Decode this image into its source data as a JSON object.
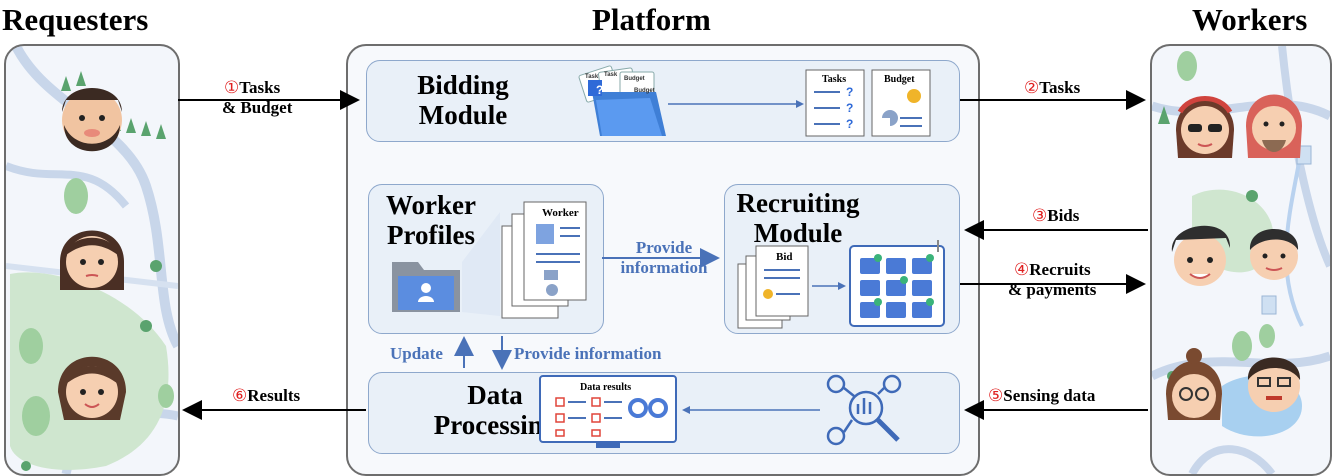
{
  "titles": {
    "requesters": "Requesters",
    "platform": "Platform",
    "workers": "Workers"
  },
  "modules": {
    "bidding": {
      "line1": "Bidding",
      "line2": "Module"
    },
    "worker_profiles": {
      "line1": "Worker",
      "line2": "Profiles"
    },
    "recruiting": {
      "line1": "Recruiting",
      "line2": "Module"
    },
    "data_processing": {
      "line1": "Data",
      "line2": "Processing"
    }
  },
  "edges": {
    "e1": {
      "num": "①",
      "line1": "Tasks",
      "line2": "& Budget"
    },
    "e2": {
      "num": "②",
      "line1": "Tasks"
    },
    "e3": {
      "num": "③",
      "line1": "Bids"
    },
    "e4": {
      "num": "④",
      "line1": "Recruits",
      "line2": "& payments"
    },
    "e5": {
      "num": "⑤",
      "line1": "Sensing data"
    },
    "e6": {
      "num": "⑥",
      "line1": "Results"
    }
  },
  "internal": {
    "provide_info_1_line1": "Provide",
    "provide_info_1_line2": "information",
    "update": "Update",
    "provide_info_2": "Provide information"
  },
  "documents": {
    "tasks_doc": "Tasks",
    "budget_doc": "Budget",
    "worker_doc": "Worker",
    "bid_doc": "Bid",
    "data_results": "Data results",
    "folder_tags": [
      "Task",
      "Task",
      "Budget",
      "Budget"
    ],
    "question_mark": "?"
  },
  "colors": {
    "panel_border": "#6d6d6d",
    "module_fill": "#e9f0f8",
    "accent_blue": "#4a72b8",
    "number_red": "#e02020"
  }
}
